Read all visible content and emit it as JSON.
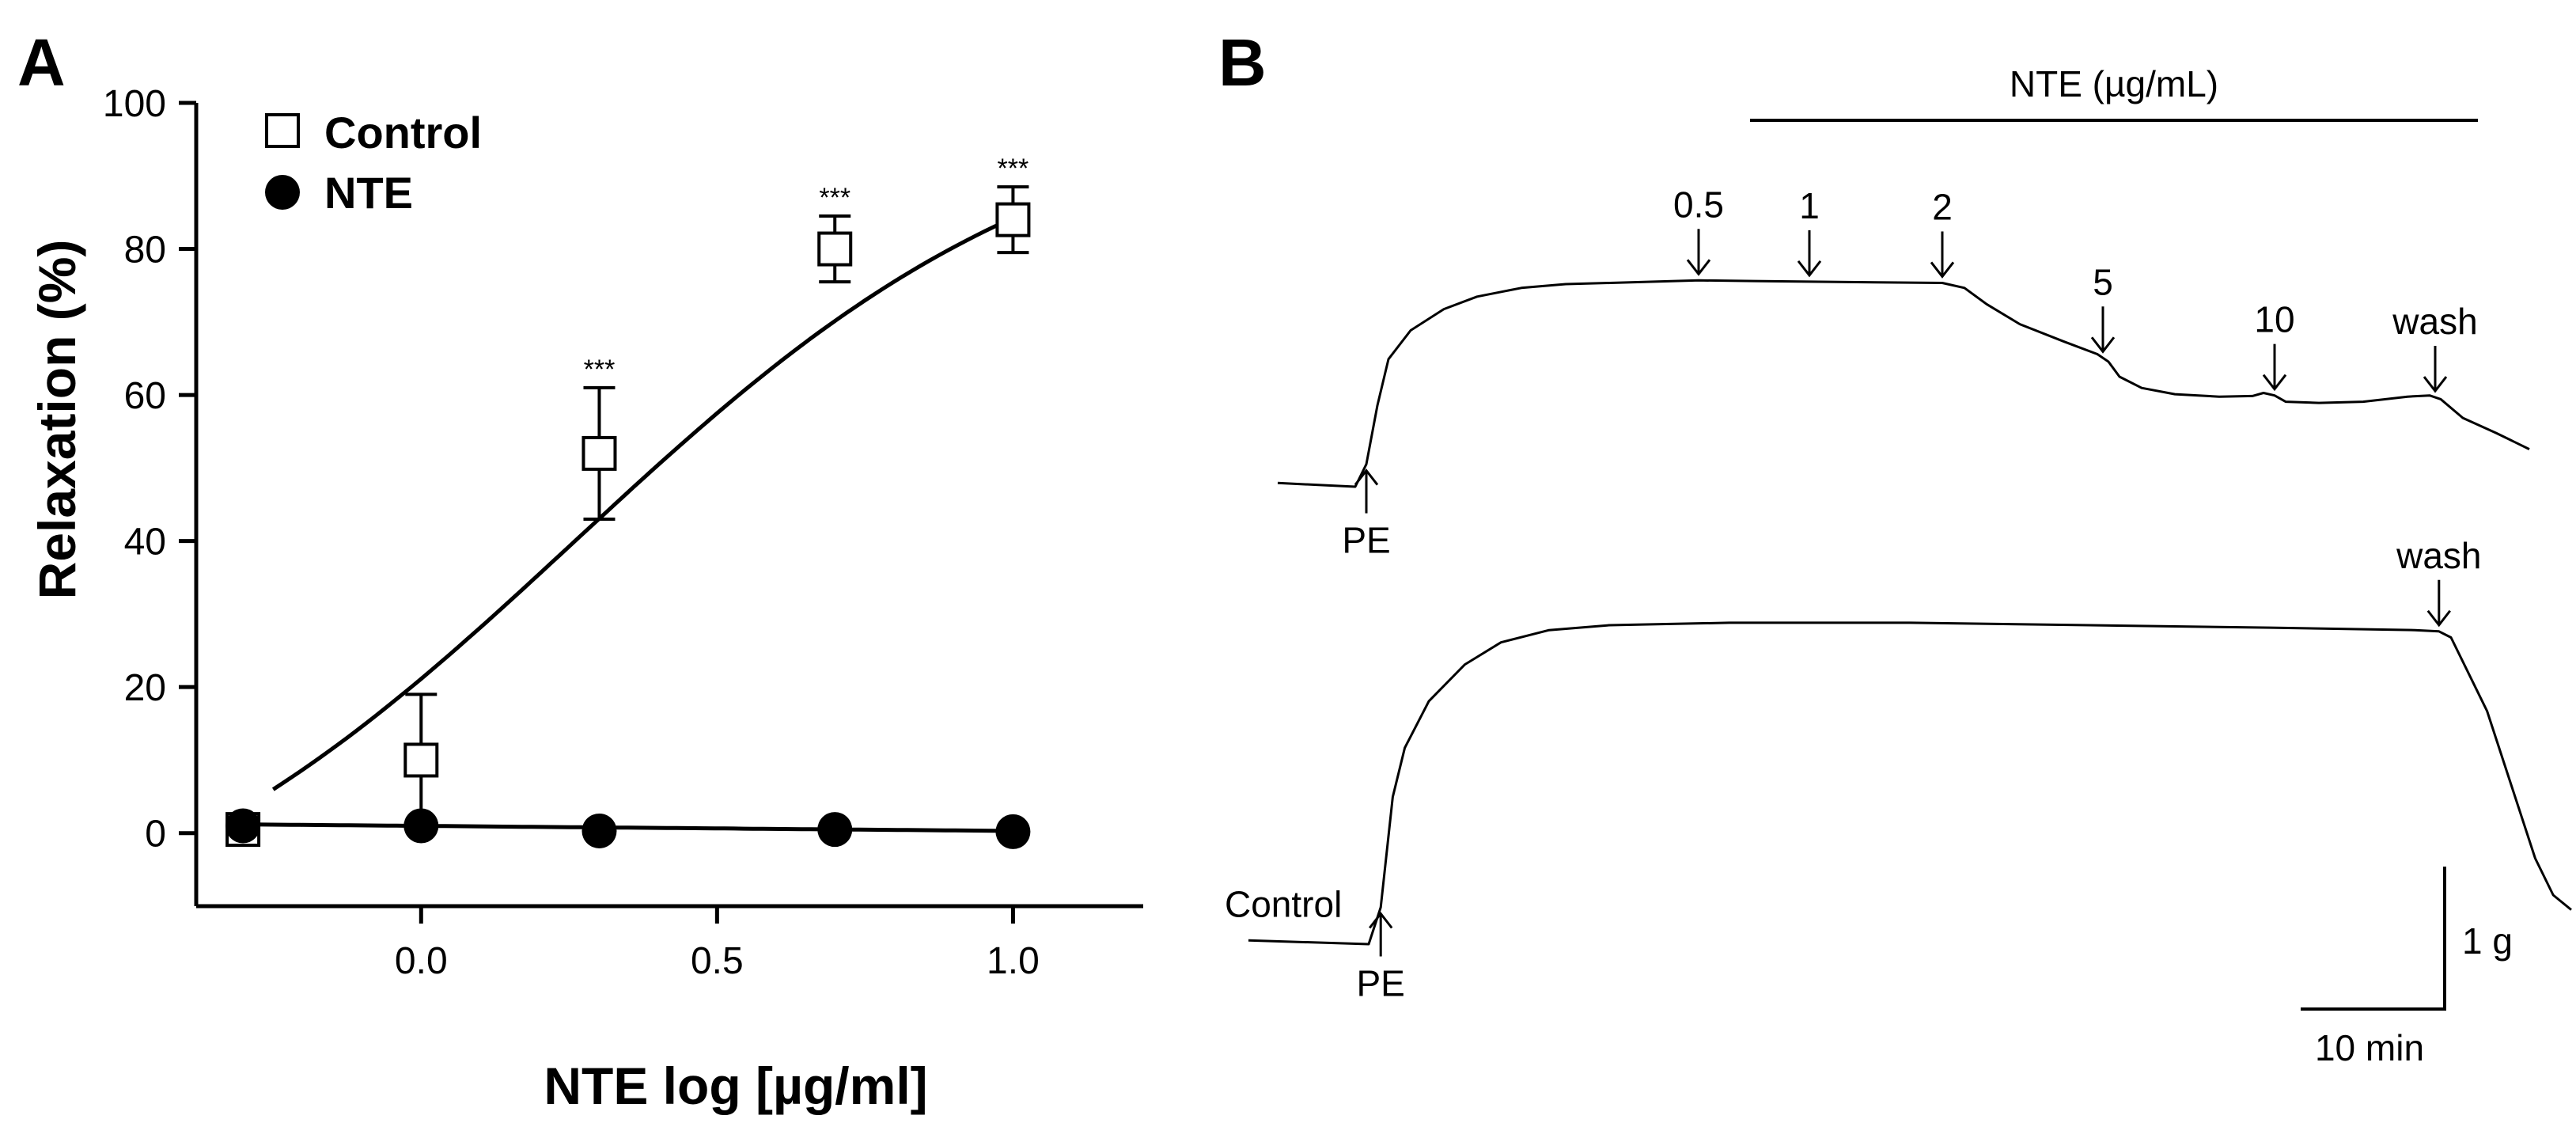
{
  "chart_data": [
    {
      "type": "scatter",
      "panel": "A",
      "xlabel": "NTE log [µg/ml]",
      "ylabel": "Relaxation (%)",
      "xlim": [
        -0.38,
        1.22
      ],
      "ylim": [
        -10,
        100
      ],
      "x_ticks": [
        {
          "value": 0.0,
          "label": "0.0"
        },
        {
          "value": 0.5,
          "label": "0.5"
        },
        {
          "value": 1.0,
          "label": "1.0"
        }
      ],
      "y_ticks": [
        {
          "value": 0,
          "label": "0"
        },
        {
          "value": 20,
          "label": "20"
        },
        {
          "value": 40,
          "label": "40"
        },
        {
          "value": 60,
          "label": "60"
        },
        {
          "value": 80,
          "label": "80"
        },
        {
          "value": 100,
          "label": "100"
        }
      ],
      "grid": false,
      "legend_position": "top-left",
      "series": [
        {
          "name": "Control",
          "marker": "open-square",
          "x": [
            -0.301,
            0.0,
            0.301,
            0.699,
            1.0
          ],
          "y": [
            0.5,
            10,
            52,
            80,
            84
          ],
          "error": [
            0.5,
            9,
            9,
            4.5,
            4.5
          ],
          "significance": [
            "",
            "",
            "***",
            "***",
            "***"
          ],
          "fit": {
            "type": "sigmoid",
            "bottom": -22,
            "top": 102,
            "log_ec50": 0.26,
            "hill": 1.05,
            "x_range": [
              -0.25,
              1.0
            ]
          }
        },
        {
          "name": "NTE",
          "marker": "filled-circle",
          "x": [
            -0.301,
            0.0,
            0.301,
            0.699,
            1.0
          ],
          "y": [
            1.0,
            1.0,
            0.3,
            0.5,
            0.2
          ],
          "fit": {
            "type": "linear",
            "y_start": 1.2,
            "y_end": 0.3,
            "x_range": [
              -0.301,
              1.0
            ]
          }
        }
      ]
    },
    {
      "type": "line",
      "panel": "B",
      "x_unit": "min",
      "y_unit": "g",
      "scale_bar": {
        "x_label": "10 min",
        "y_label": "1 g"
      },
      "concentration_bar_label": "NTE (µg/mL)",
      "series": [
        {
          "name": "NTE",
          "baseline_g": 0.0,
          "points": [
            [
              0,
              0.03
            ],
            [
              7,
              0.0
            ],
            [
              8,
              0.18
            ],
            [
              9,
              0.65
            ],
            [
              10,
              1.02
            ],
            [
              12,
              1.25
            ],
            [
              15,
              1.42
            ],
            [
              18,
              1.52
            ],
            [
              22,
              1.59
            ],
            [
              26,
              1.62
            ],
            [
              30,
              1.63
            ],
            [
              34,
              1.64
            ],
            [
              38,
              1.65
            ],
            [
              43,
              1.645
            ],
            [
              48,
              1.64
            ],
            [
              54,
              1.635
            ],
            [
              60,
              1.63
            ],
            [
              62,
              1.59
            ],
            [
              64,
              1.46
            ],
            [
              67,
              1.3
            ],
            [
              71,
              1.16
            ],
            [
              74,
              1.06
            ],
            [
              75,
              1.0
            ],
            [
              76,
              0.88
            ],
            [
              78,
              0.79
            ],
            [
              81,
              0.74
            ],
            [
              85,
              0.72
            ],
            [
              88,
              0.725
            ],
            [
              89,
              0.75
            ],
            [
              90,
              0.73
            ],
            [
              91,
              0.68
            ],
            [
              94,
              0.67
            ],
            [
              98,
              0.68
            ],
            [
              102,
              0.72
            ],
            [
              104,
              0.73
            ],
            [
              105,
              0.7
            ],
            [
              107,
              0.55
            ],
            [
              110,
              0.43
            ],
            [
              113,
              0.3
            ]
          ],
          "annotations": [
            {
              "label": "PE",
              "t": 8,
              "side": "below"
            },
            {
              "label": "0.5",
              "t": 38,
              "side": "above"
            },
            {
              "label": "1",
              "t": 48,
              "side": "above"
            },
            {
              "label": "2",
              "t": 60,
              "side": "above"
            },
            {
              "label": "5",
              "t": 74.5,
              "side": "above"
            },
            {
              "label": "10",
              "t": 90,
              "side": "above"
            },
            {
              "label": "wash",
              "t": 104.5,
              "side": "above"
            }
          ]
        },
        {
          "name": "Control",
          "baseline_g": 0.0,
          "points": [
            [
              0,
              0.03
            ],
            [
              10,
              0.0
            ],
            [
              11,
              0.3
            ],
            [
              12,
              1.2
            ],
            [
              13,
              1.6
            ],
            [
              15,
              1.98
            ],
            [
              18,
              2.28
            ],
            [
              21,
              2.46
            ],
            [
              25,
              2.56
            ],
            [
              30,
              2.6
            ],
            [
              40,
              2.62
            ],
            [
              55,
              2.62
            ],
            [
              70,
              2.6
            ],
            [
              85,
              2.58
            ],
            [
              97,
              2.56
            ],
            [
              99,
              2.55
            ],
            [
              100,
              2.5
            ],
            [
              101,
              2.3
            ],
            [
              103,
              1.9
            ],
            [
              105,
              1.3
            ],
            [
              107,
              0.7
            ],
            [
              108.5,
              0.4
            ],
            [
              110,
              0.28
            ]
          ],
          "annotations": [
            {
              "label": "Control",
              "t": 0,
              "side": "left"
            },
            {
              "label": "PE",
              "t": 11,
              "side": "below"
            },
            {
              "label": "wash",
              "t": 99,
              "side": "above"
            }
          ]
        }
      ]
    }
  ],
  "panels": {
    "a_letter": "A",
    "b_letter": "B"
  }
}
